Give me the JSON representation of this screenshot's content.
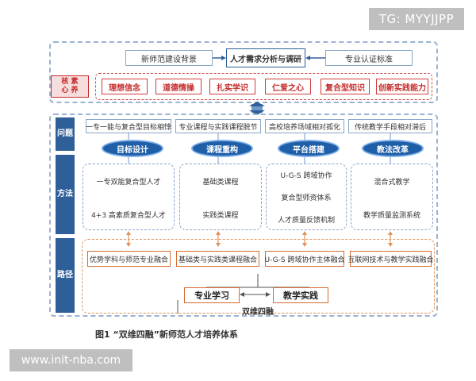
{
  "watermark_top": "TG: MYYJJPP",
  "watermark_bottom": "www.init-nba.com",
  "top": {
    "left_box": "新师范建设背景",
    "center_box": "人才需求分析与调研",
    "right_box": "专业认证标准",
    "core_tag_line1": "核 素",
    "core_tag_line2": "心 养",
    "core_items": [
      "理想信念",
      "道德情操",
      "扎实学识",
      "仁爱之心",
      "复合型知识",
      "创新实践能力"
    ]
  },
  "side_labels": {
    "problem": "问题",
    "method": "方法",
    "path": "路径"
  },
  "columns": [
    {
      "problem": "一专一能与复合型目标相悖",
      "ellipse": "目标设计",
      "items": [
        "一专双能复合型人才",
        "4+3 高素质复合型人才"
      ]
    },
    {
      "problem": "专业课程与实践课程脱节",
      "ellipse": "课程重构",
      "items": [
        "基础类课程",
        "实践类课程"
      ]
    },
    {
      "problem": "高校培养场域相对孤化",
      "ellipse": "平台搭建",
      "items": [
        "U-G-S 跨域协作",
        "复合型师资体系",
        "人才质量反馈机制"
      ]
    },
    {
      "problem": "传统教学手段相对滞后",
      "ellipse": "教法改革",
      "items": [
        "混合式教学",
        "教学质量监测系统"
      ]
    }
  ],
  "paths": [
    "优势学科与师范专业融合",
    "基础类与实践类课程融合",
    "U-G-S 跨域协作主体融合",
    "互联网技术与教学实践融合"
  ],
  "bottom": {
    "left": "专业学习",
    "right": "教学实践",
    "label": "双维四融"
  },
  "caption": "图1 “双维四融”新师范人才培养体系",
  "colors": {
    "navy": "#2f5f98",
    "ellipse_blue": "#1f5fa8",
    "red": "#c52a2a",
    "orange": "#d76b2f",
    "light_blue": "#9bb3d3"
  }
}
